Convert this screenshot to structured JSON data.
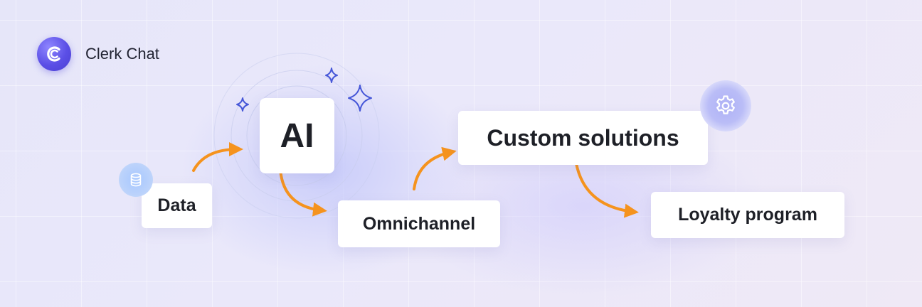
{
  "brand": {
    "name": "Clerk Chat"
  },
  "nodes": {
    "data": "Data",
    "ai": "AI",
    "omnichannel": "Omnichannel",
    "custom": "Custom solutions",
    "loyalty": "Loyalty program"
  },
  "icons": {
    "logo": "clerk-chat-logo",
    "data": "database-icon",
    "custom": "gear-icon",
    "ai_accent": "sparkle-icon"
  },
  "colors": {
    "arrow": "#f5931e",
    "brand": "#5b4fe6",
    "sparkle": "#4657d8",
    "card": "#ffffff",
    "text": "#1e2027"
  },
  "edges": [
    [
      "data",
      "ai"
    ],
    [
      "ai",
      "omnichannel"
    ],
    [
      "omnichannel",
      "custom"
    ],
    [
      "custom",
      "loyalty"
    ]
  ]
}
